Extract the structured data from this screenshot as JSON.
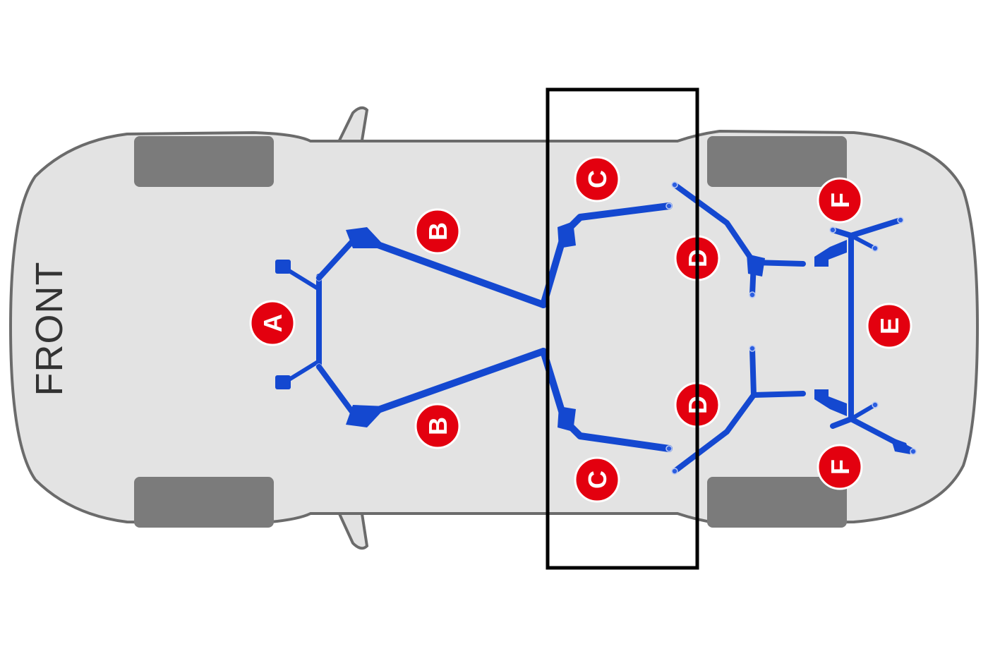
{
  "diagram": {
    "direction_label": "FRONT",
    "badges": [
      {
        "id": "A",
        "label": "A"
      },
      {
        "id": "B-top",
        "label": "B"
      },
      {
        "id": "B-bottom",
        "label": "B"
      },
      {
        "id": "C-top",
        "label": "C"
      },
      {
        "id": "C-bottom",
        "label": "C"
      },
      {
        "id": "D-top",
        "label": "D"
      },
      {
        "id": "D-bottom",
        "label": "D"
      },
      {
        "id": "E",
        "label": "E"
      },
      {
        "id": "F-top",
        "label": "F"
      },
      {
        "id": "F-bottom",
        "label": "F"
      }
    ],
    "colors": {
      "brace": "#1448d0",
      "badge": "#e3000f",
      "body": "#e3e3e3",
      "outline": "#6b6b6b",
      "tire": "#7b7b7b",
      "highlight": "#000000"
    }
  }
}
